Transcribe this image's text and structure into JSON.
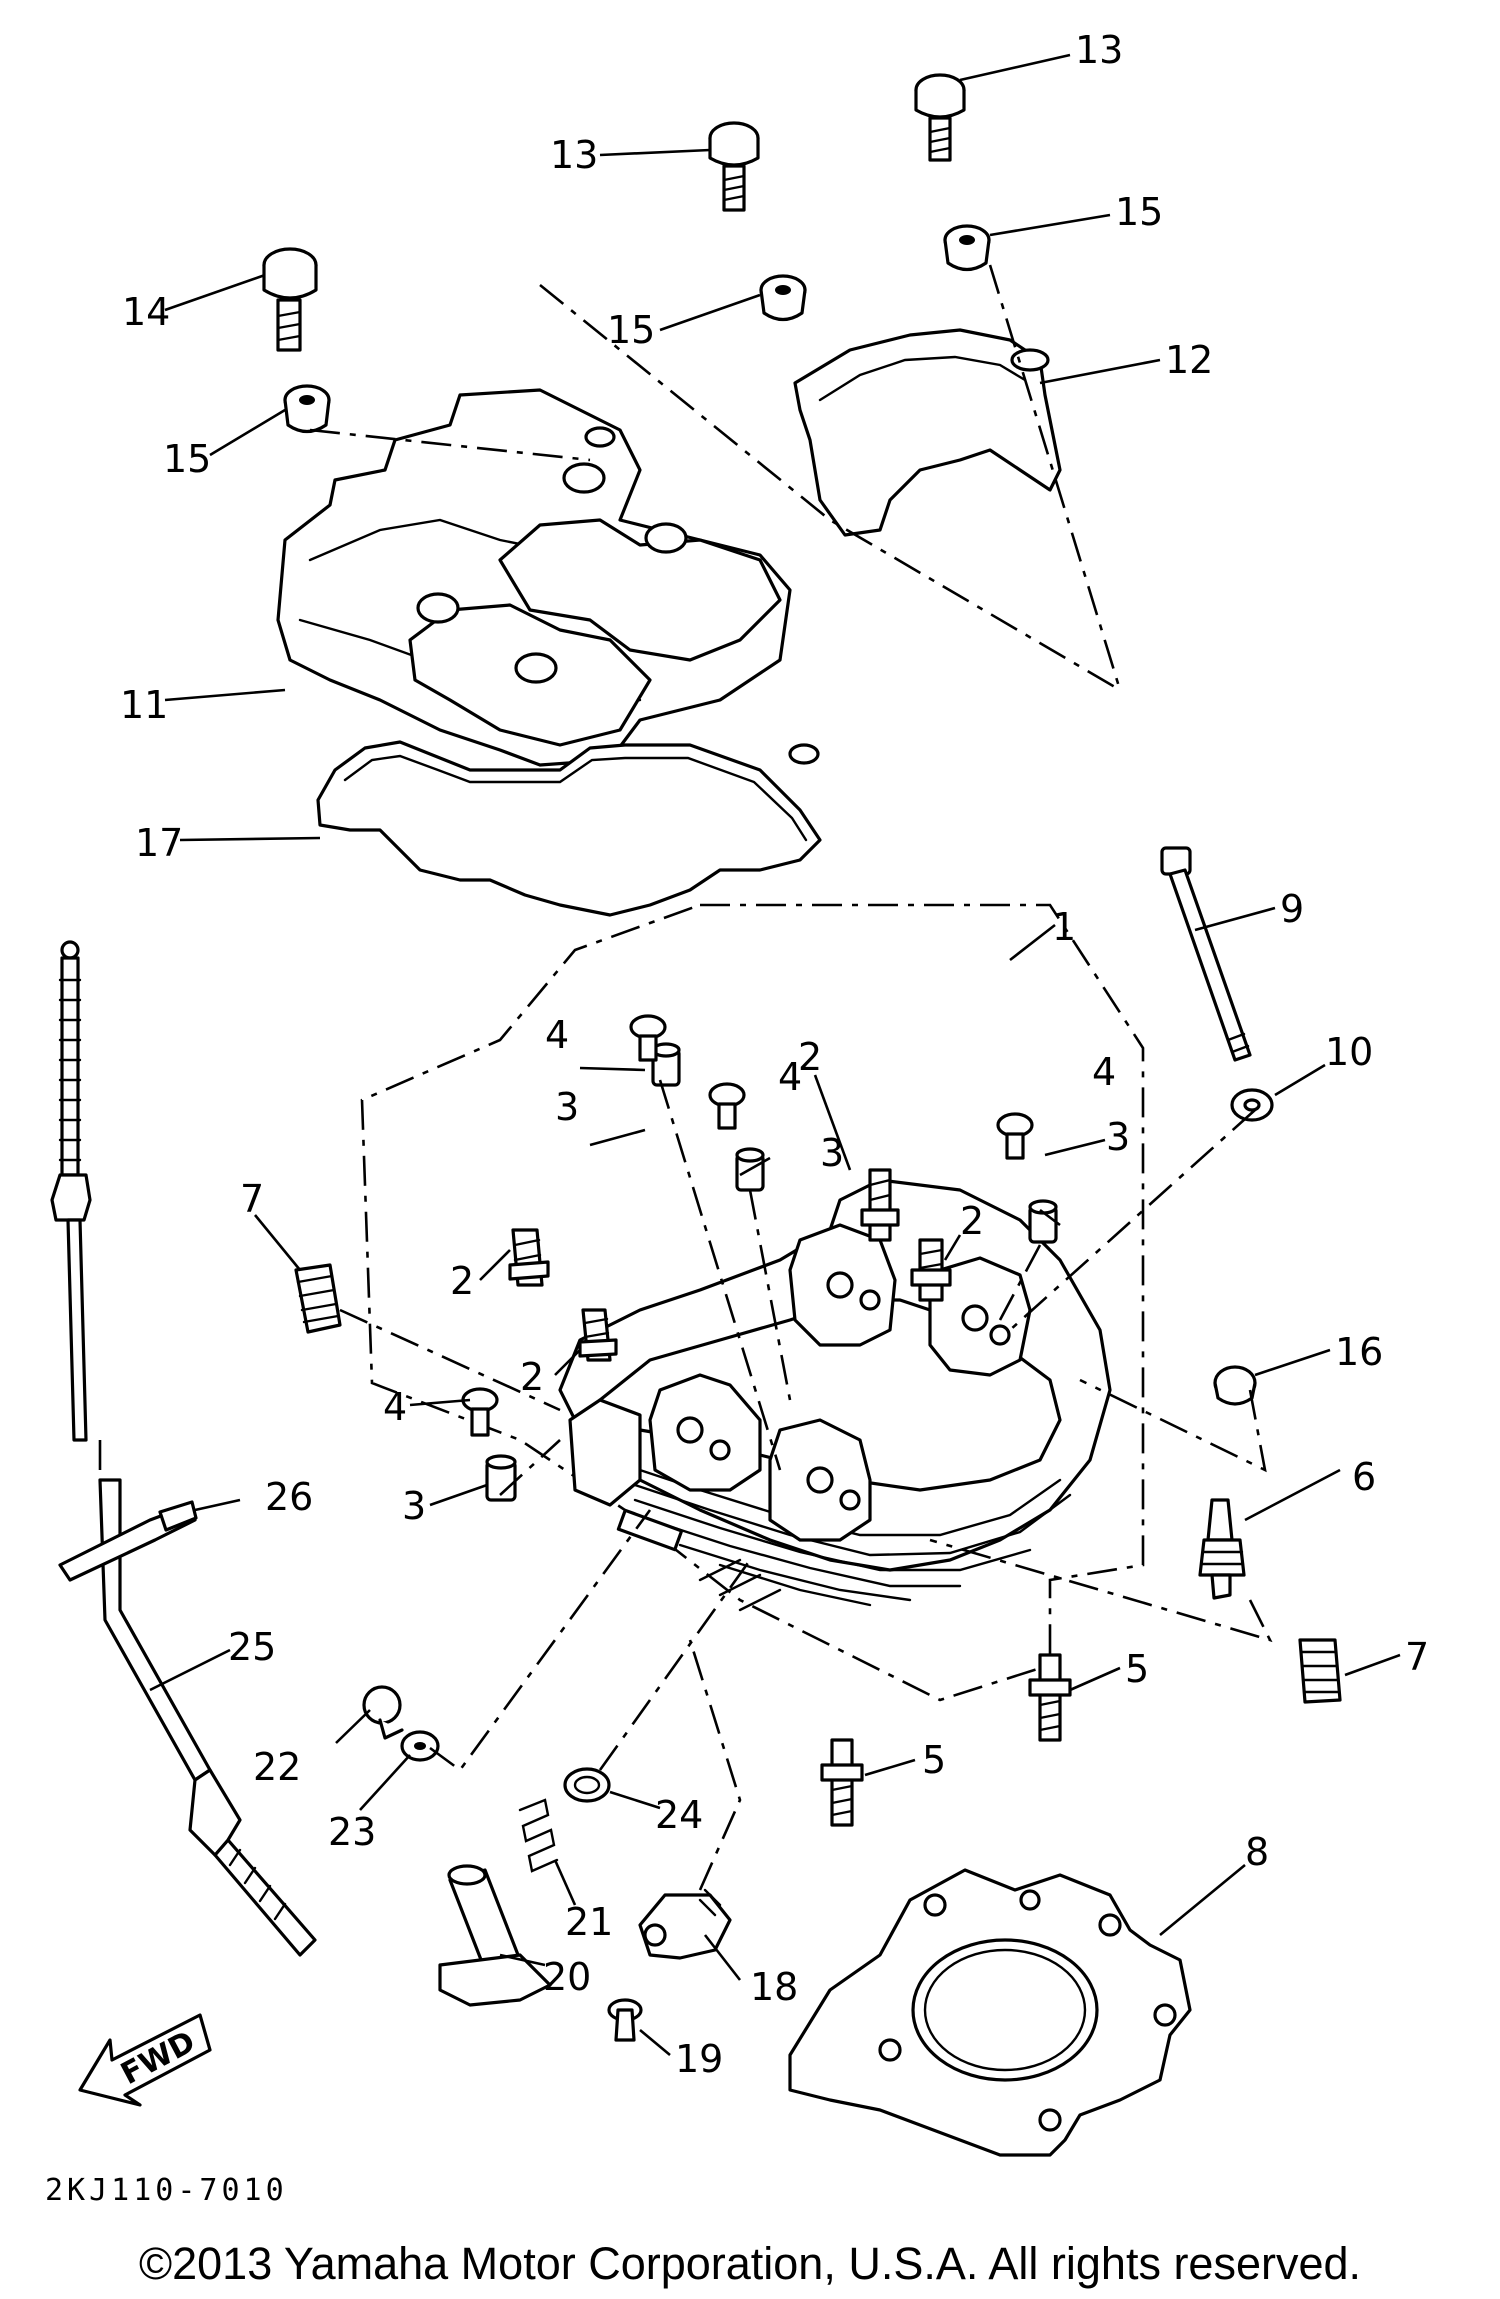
{
  "diagram": {
    "drawing_code": "2KJ110-7010",
    "fwd_label": "FWD",
    "copyright": "©2013 Yamaha Motor Corporation, U.S.A. All rights reserved.",
    "callouts": [
      "1",
      "2",
      "3",
      "4",
      "5",
      "6",
      "7",
      "8",
      "9",
      "10",
      "11",
      "12",
      "13",
      "14",
      "15",
      "16",
      "17",
      "18",
      "19",
      "20",
      "21",
      "22",
      "23",
      "24",
      "25",
      "26"
    ]
  }
}
